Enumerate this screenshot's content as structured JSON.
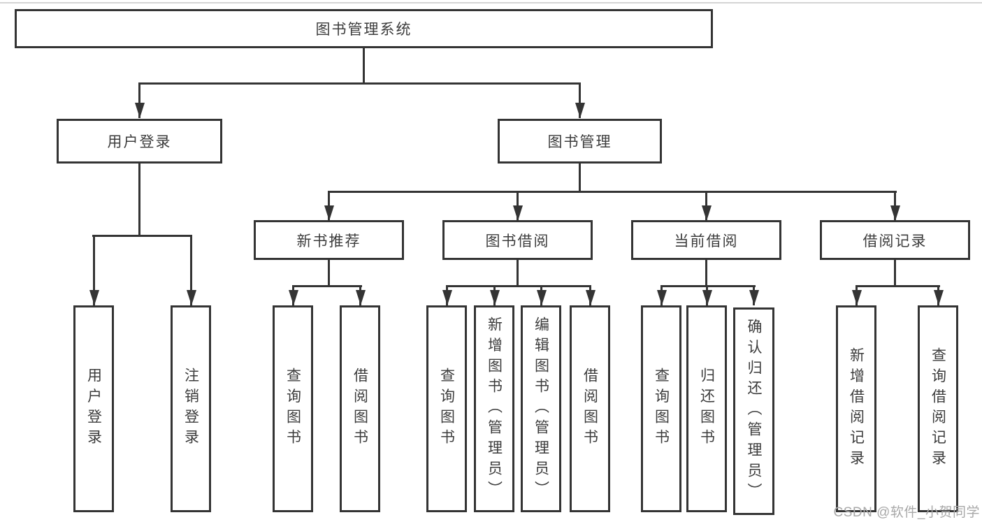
{
  "diagram_title": "图书管理系统",
  "nodes": {
    "root": "图书管理系统",
    "user_login": "用户登录",
    "book_mgmt": "图书管理",
    "new_book_rec": "新书推荐",
    "book_borrow": "图书借阅",
    "current_borrow": "当前借阅",
    "borrow_record": "借阅记录",
    "leaf_user_login": "用户登录",
    "leaf_logout": "注销登录",
    "leaf_nb_query": "查询图书",
    "leaf_nb_borrow": "借阅图书",
    "leaf_bb_query": "查询图书",
    "leaf_bb_add": "新增图书（管理员）",
    "leaf_bb_edit": "编辑图书（管理员）",
    "leaf_bb_borrow": "借阅图书",
    "leaf_cb_query": "查询图书",
    "leaf_cb_return": "归还图书",
    "leaf_cb_confirm": "确认归还（管理员）",
    "leaf_br_add": "新增借阅记录",
    "leaf_br_query": "查询借阅记录"
  },
  "watermark": "CSDN @软件_小贺同学",
  "colors": {
    "line": "#343434",
    "text": "#3c3c3c",
    "background": "#ffffff",
    "watermark": "#a8a8a8"
  }
}
